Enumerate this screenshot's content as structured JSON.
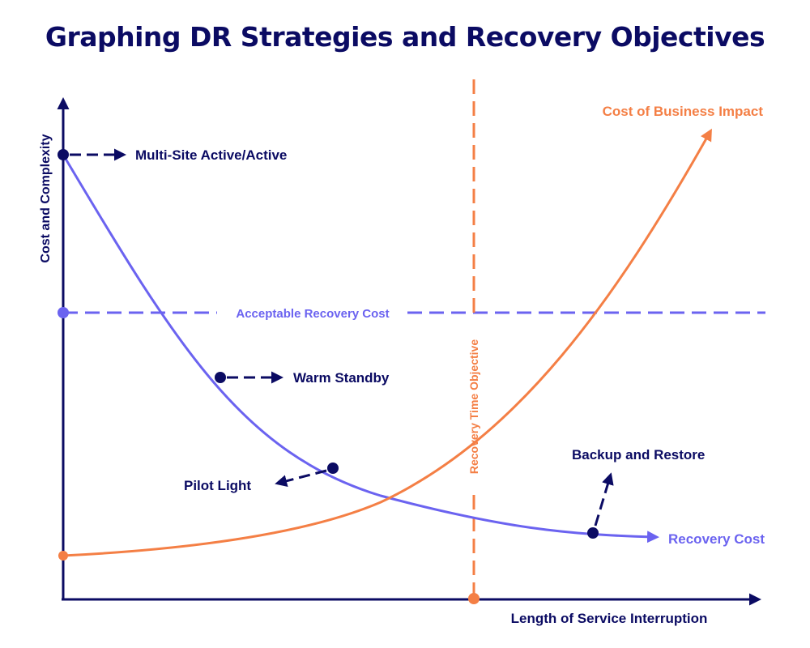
{
  "title": "Graphing DR Strategies and Recovery Objectives",
  "colors": {
    "navy": "#0b0b63",
    "purple": "#6b63f0",
    "orange": "#f47f45"
  },
  "axes": {
    "y_label": "Cost and Complexity",
    "x_label": "Length of Service Interruption"
  },
  "curves": {
    "recovery_cost": "Recovery Cost",
    "business_impact": "Cost of Business Impact"
  },
  "lines": {
    "acceptable_recovery_cost": "Acceptable Recovery Cost",
    "recovery_time_objective": "Recovery Time Objective"
  },
  "strategies": [
    {
      "name": "Multi-Site Active/Active"
    },
    {
      "name": "Warm Standby"
    },
    {
      "name": "Pilot Light"
    },
    {
      "name": "Backup and Restore"
    }
  ]
}
